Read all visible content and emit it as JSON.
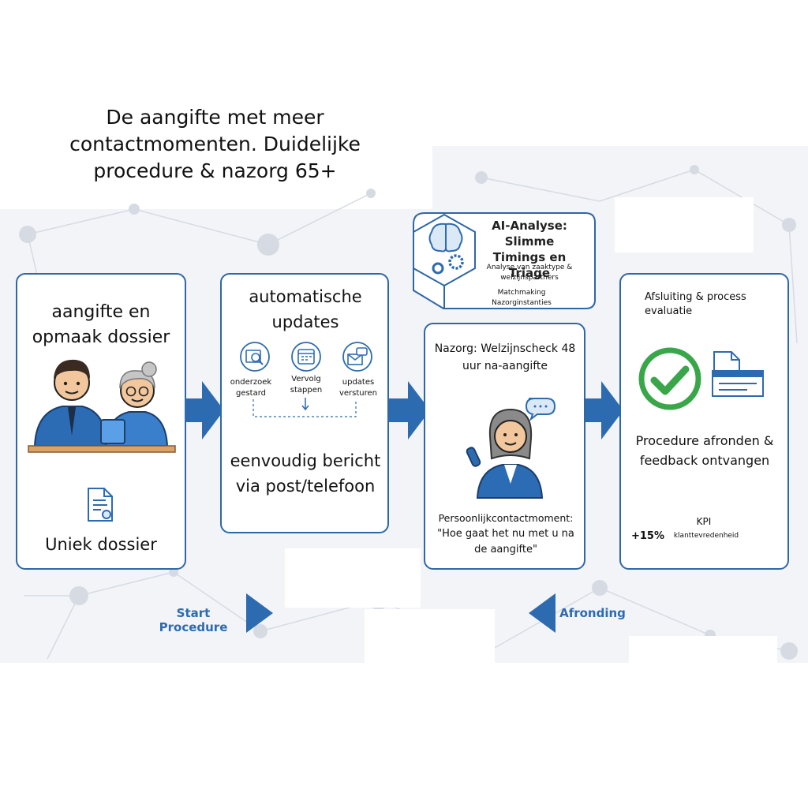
{
  "title": "De aangifte met meer contactmomenten. Duidelijke procedure & nazorg 65+",
  "step1": {
    "heading": "aangifte en opmaak dossier",
    "footer": "Uniek dossier"
  },
  "step2": {
    "heading": "automatische updates",
    "icons": [
      {
        "label": "onderzoek gestard"
      },
      {
        "label": "Vervolg stappen"
      },
      {
        "label": "updates versturen"
      }
    ],
    "body": "eenvoudig bericht via post/telefoon"
  },
  "ai": {
    "title": "AI-Analyse: Slimme Timings en Triage",
    "line1": "Analyse van zaaktype & welzijnspartners",
    "line2": "Matchmaking Nazorginstanties"
  },
  "step3": {
    "heading": "Nazorg: Welzijnscheck 48 uur na-aangifte",
    "label": "Persoonlijkcontactmoment:",
    "quote": "\"Hoe gaat het nu met u na de aangifte\""
  },
  "step4": {
    "heading": "Afsluiting & process evaluatie",
    "body": "Procedure afronden & feedback ontvangen",
    "kpi_label": "KPI",
    "kpi_value": "+15%",
    "kpi_desc": "klanttevredenheid"
  },
  "bottom": {
    "start": "Start Procedure",
    "end": "Afronding"
  },
  "colors": {
    "accent": "#2d6bb0",
    "success": "#3aa64a"
  }
}
